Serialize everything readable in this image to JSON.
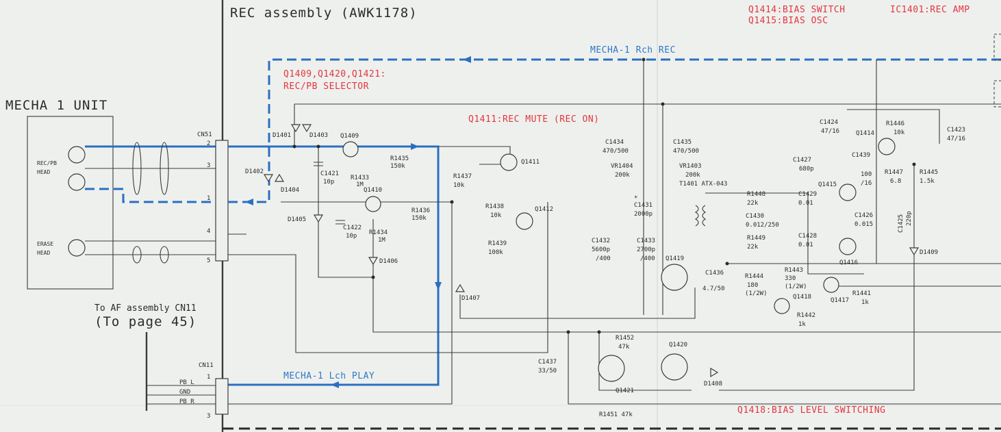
{
  "titles": {
    "assembly": "REC assembly (AWK1178)",
    "mecha_unit": "MECHA 1 UNIT",
    "to_af": "To AF assembly CN11",
    "to_page": "(To page 45)"
  },
  "red_notes": {
    "bias_switch": "Q1414:BIAS SWITCH",
    "bias_osc": "Q1415:BIAS OSC",
    "rec_amp": "IC1401:REC AMP",
    "selector_1": "Q1409,Q1420,Q1421:",
    "selector_2": "REC/PB SELECTOR",
    "rec_mute": "Q1411:REC MUTE (REC ON)",
    "bias_level": "Q1418:BIAS LEVEL SWITCHING"
  },
  "blue_notes": {
    "rch_rec": "MECHA-1 Rch REC",
    "lch_play": "MECHA-1 Lch PLAY"
  },
  "heads": {
    "recpb_1": "REC/PB",
    "recpb_2": "HEAD",
    "erase_1": "ERASE",
    "erase_2": "HEAD"
  },
  "connectors": {
    "cn51": "CN51",
    "cn51_pins": [
      "2",
      "3",
      "1",
      "4",
      "5"
    ],
    "cn11": "CN11",
    "cn11_pins": [
      "1",
      "3"
    ],
    "cn11_signals": [
      "PB L",
      "GND",
      "PB R"
    ]
  },
  "components": {
    "d1401": "D1401",
    "d1402": "D1402",
    "d1403": "D1403",
    "d1404": "D1404",
    "d1405": "D1405",
    "d1406": "D1406",
    "d1407": "D1407",
    "d1408": "D1408",
    "d1409": "D1409",
    "q1409": "Q1409",
    "q1410": "Q1410",
    "q1411": "Q1411",
    "q1412": "Q1412",
    "q1414": "Q1414",
    "q1415": "Q1415",
    "q1416": "Q1416",
    "q1417": "Q1417",
    "q1418": "Q1418",
    "q1419": "Q1419",
    "q1420": "Q1420",
    "q1421": "Q1421",
    "c1421": "C1421",
    "c1421_v": "10p",
    "c1422": "C1422",
    "c1422_v": "10p",
    "r1433": "R1433",
    "r1433_v": "1M",
    "r1434": "R1434",
    "r1434_v": "1M",
    "r1435": "R1435",
    "r1435_v": "150k",
    "r1436": "R1436",
    "r1436_v": "150k",
    "r1437": "R1437",
    "r1437_v": "10k",
    "r1438": "R1438",
    "r1438_v": "10k",
    "r1439": "R1439",
    "r1439_v": "100k",
    "c1434": "C1434",
    "c1434_v": "470/500",
    "c1435": "C1435",
    "c1435_v": "470/500",
    "vr1404": "VR1404",
    "vr1404_v": "200k",
    "vr1403": "VR1403",
    "vr1403_v": "200k",
    "t1401": "T1401 ATX-043",
    "c1431_mark": "*",
    "c1431": "C1431",
    "c1431_v": "2000p",
    "c1432": "C1432",
    "c1432_v1": "5600p",
    "c1432_v2": "/400",
    "c1433": "C1433",
    "c1433_v1": "2700p",
    "c1433_v2": "/400",
    "c1427": "C1427",
    "c1427_v": "680p",
    "r1448": "R1448",
    "r1448_v": "22k",
    "c1429": "C1429",
    "c1429_v": "0.01",
    "c1430": "C1430",
    "c1430_v": "0.012/250",
    "r1449": "R1449",
    "r1449_v": "22k",
    "c1428": "C1428",
    "c1428_v": "0.01",
    "c1424": "C1424",
    "c1424_v": "47/16",
    "r1446": "R1446",
    "r1446_v": "10k",
    "c1423": "C1423",
    "c1423_v": "47/16",
    "c1439": "C1439",
    "r1447": "R1447",
    "r1447_v": "6.8",
    "c1439_v1": "100",
    "c1439_v2": "/16",
    "r1445": "R1445",
    "r1445_v": "1.5k",
    "c1426": "C1426",
    "c1426_v": "0.015",
    "c1425": "C1425",
    "c1425_v": "220p",
    "c1436": "C1436",
    "c1436_v": "4.7/50",
    "r1444": "R1444",
    "r1444_v1": "180",
    "r1444_v2": "(1/2W)",
    "r1443": "R1443",
    "r1443_v1": "330",
    "r1443_v2": "(1/2W)",
    "r1441": "R1441",
    "r1441_v": "1k",
    "r1442": "R1442",
    "r1442_v": "1k",
    "r1452": "R1452",
    "r1452_v": "47k",
    "r1451": "R1451 47k",
    "c1437": "C1437",
    "c1437_v": "33/50"
  }
}
